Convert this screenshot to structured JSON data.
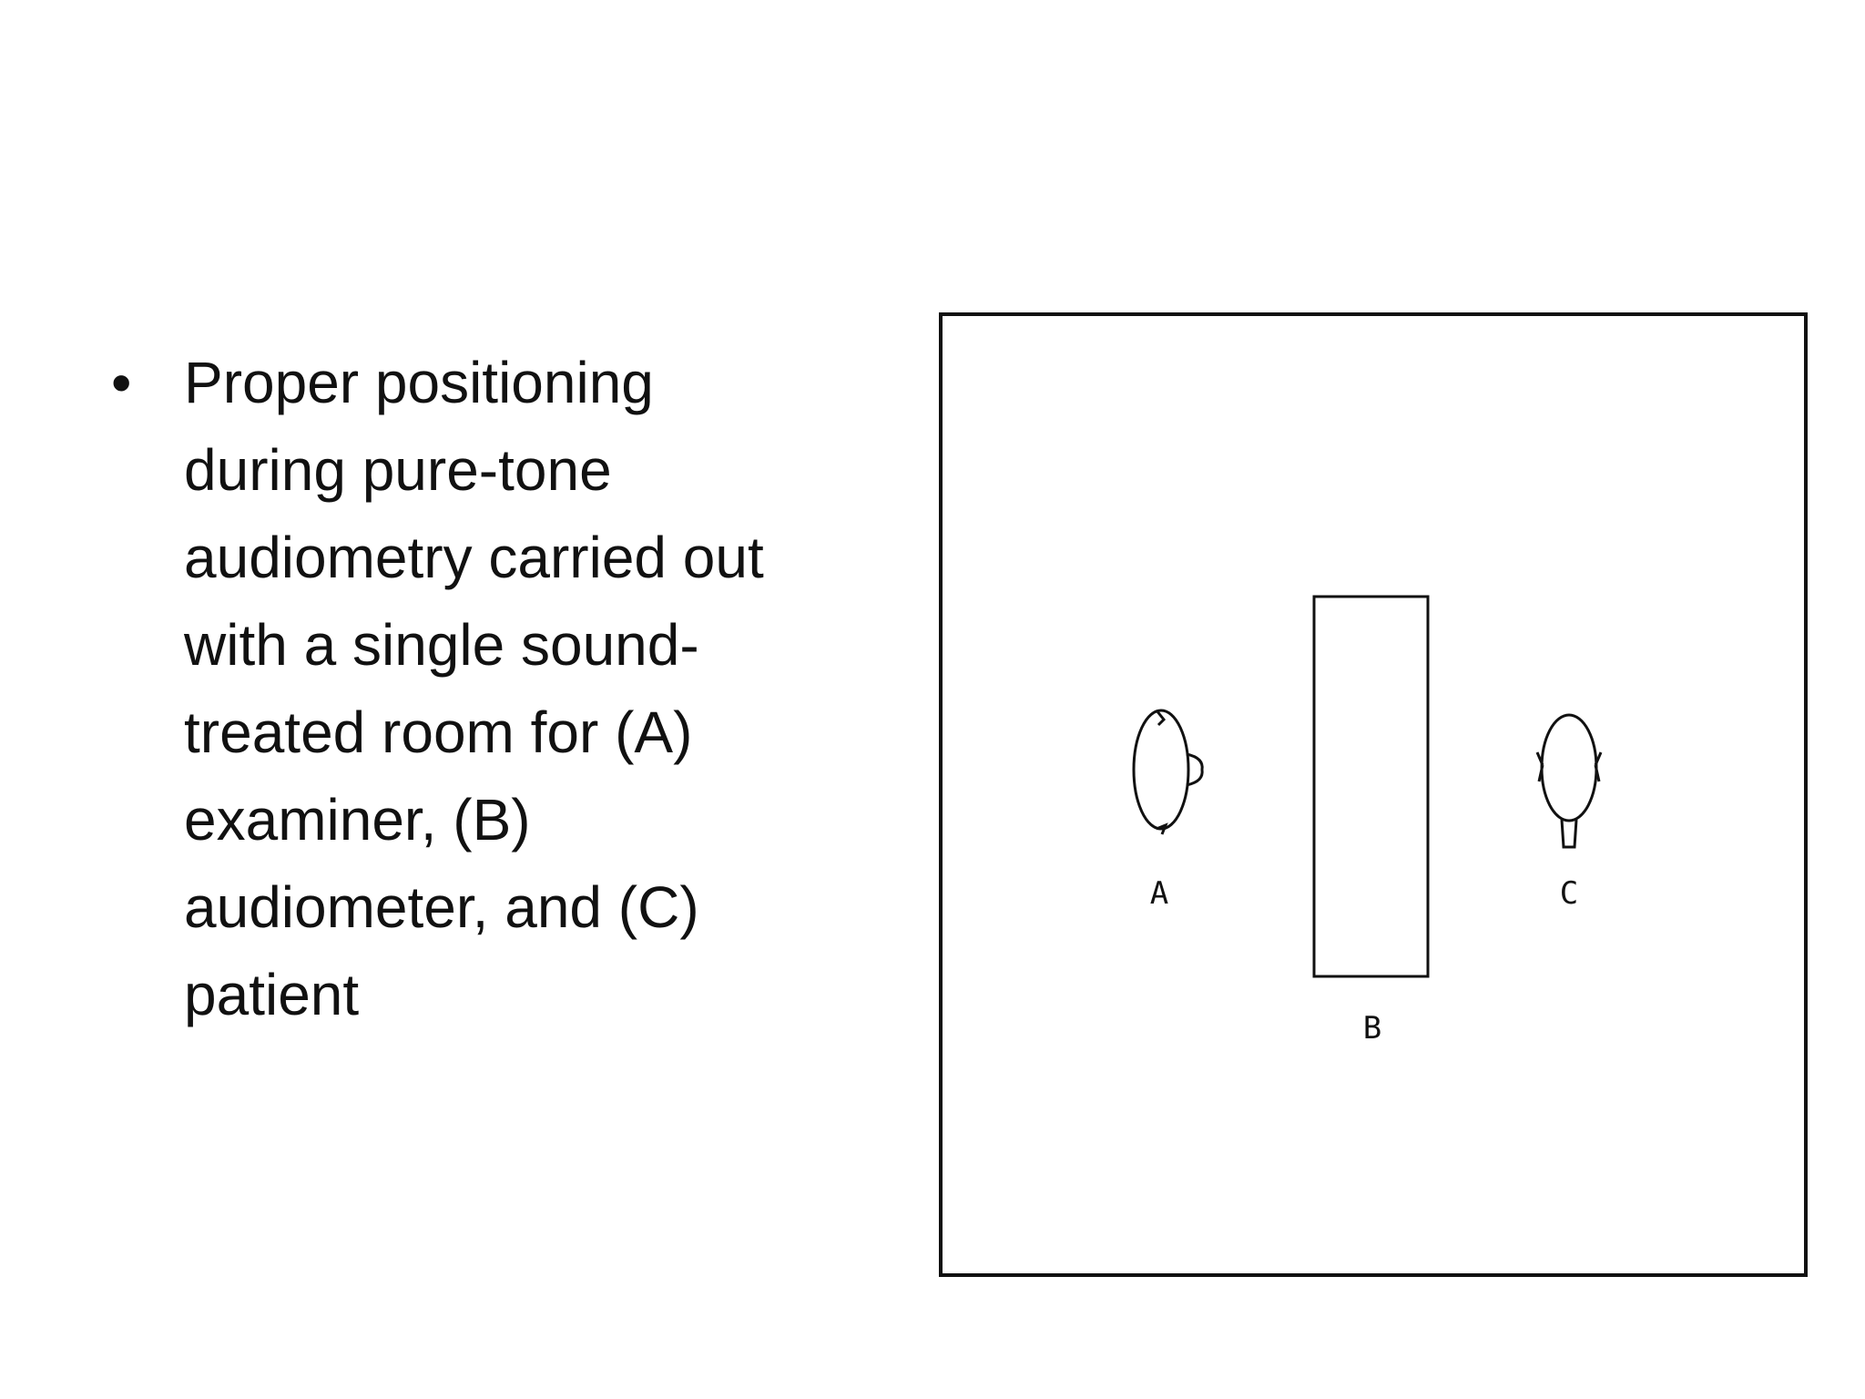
{
  "slide": {
    "bullet_text": "Proper positioning\nduring pure-tone\naudiometry carried out\nwith a single sound-\ntreated room for (A)\nexaminer, (B)\naudiometer, and (C)\npatient"
  },
  "figure": {
    "labels": {
      "examiner": "A",
      "audiometer": "B",
      "patient": "C"
    },
    "colors": {
      "stroke": "#111111",
      "background": "#ffffff"
    }
  }
}
